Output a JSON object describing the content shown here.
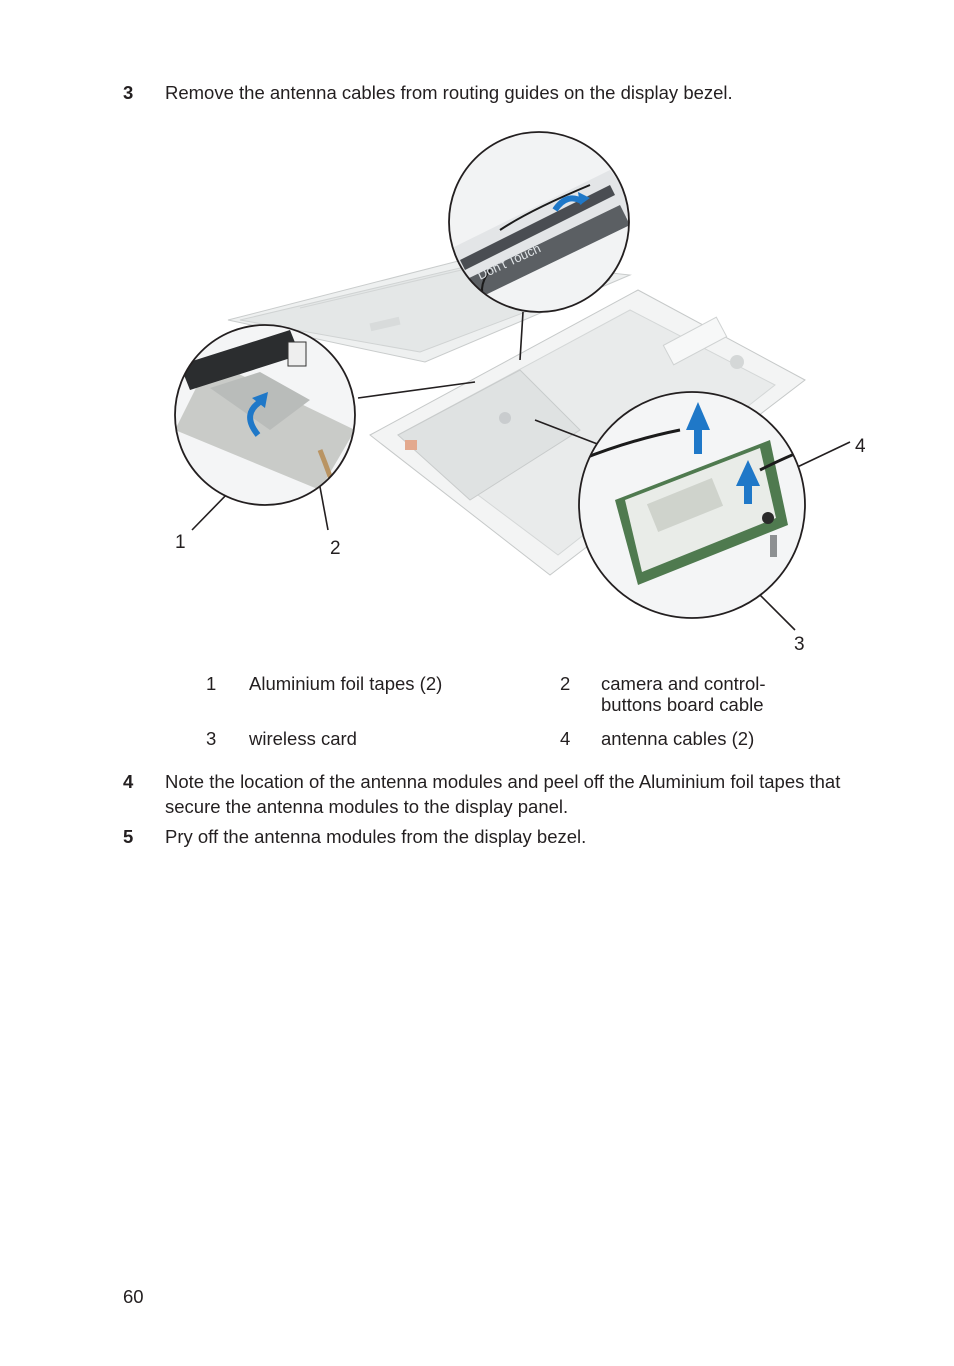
{
  "steps": [
    {
      "number": "3",
      "text": "Remove the antenna cables from routing guides on the display bezel."
    },
    {
      "number": "4",
      "text": "Note the location of the antenna modules and peel off the Aluminium foil tapes that secure the antenna modules to the display panel."
    },
    {
      "number": "5",
      "text": "Pry off the antenna modules from the display bezel."
    }
  ],
  "figure": {
    "callouts": [
      "1",
      "2",
      "3",
      "4"
    ],
    "overlay_text": "Don't Touch"
  },
  "legend": [
    {
      "number": "1",
      "label": "Aluminium foil tapes (2)"
    },
    {
      "number": "2",
      "label": "camera and control-\nbuttons board cable"
    },
    {
      "number": "3",
      "label": "wireless card"
    },
    {
      "number": "4",
      "label": "antenna cables (2)"
    }
  ],
  "page_number": "60"
}
